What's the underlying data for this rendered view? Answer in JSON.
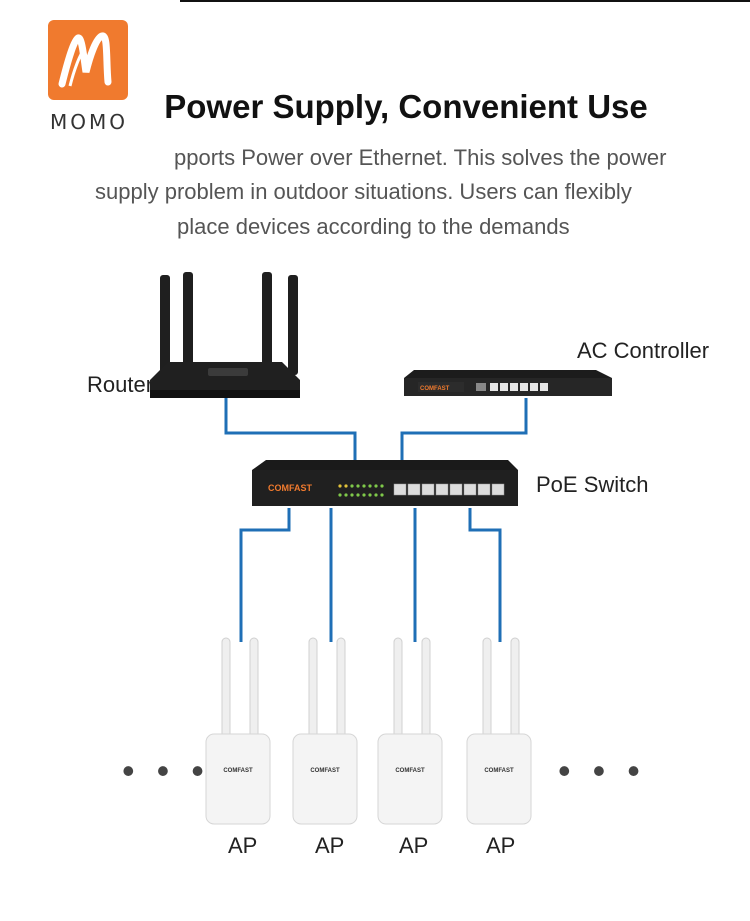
{
  "brand": {
    "name": "MOMO",
    "color": "#f07a2e"
  },
  "title": "Power Supply, Convenient Use",
  "description": [
    "pports Power over Ethernet. This solves the power",
    "supply problem in outdoor situations. Users can flexibly",
    "place devices according to the demands"
  ],
  "devices": {
    "router": "Router",
    "ac_controller": "AC Controller",
    "poe_switch": "PoE Switch",
    "ap_labels": [
      "AP",
      "AP",
      "AP",
      "AP"
    ],
    "switch_brand": "COMFAST",
    "ac_brand": "COMFAST",
    "ap_brand": "COMFAST"
  },
  "colors": {
    "cable": "#1f6fb6",
    "device_dark": "#1c1c1c",
    "ap_body": "#f4f4f4"
  },
  "ellipsis": "• • •"
}
